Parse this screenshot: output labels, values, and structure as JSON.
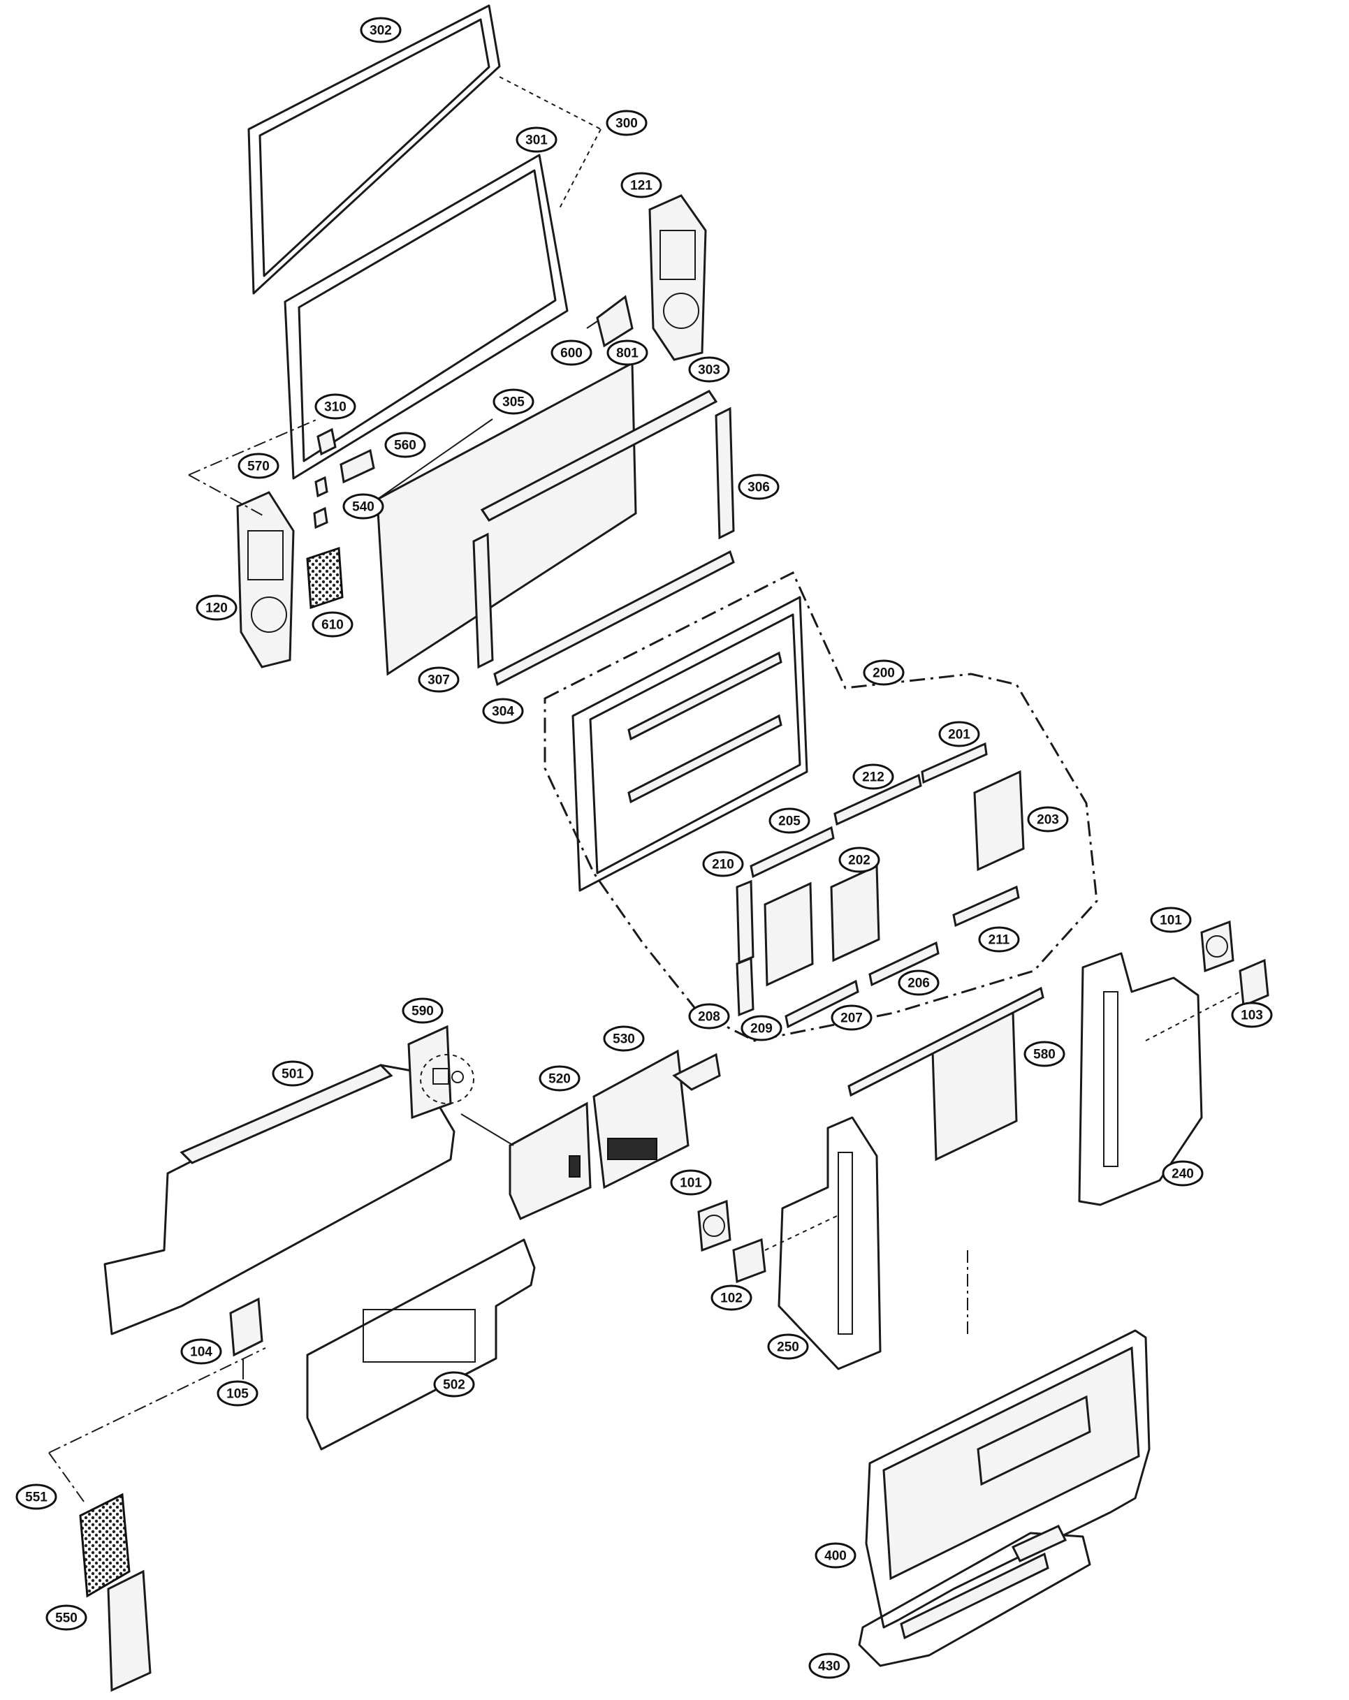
{
  "diagram": {
    "type": "exploded-parts-view",
    "callouts": [
      {
        "id": "c302",
        "label": "302"
      },
      {
        "id": "c300",
        "label": "300"
      },
      {
        "id": "c301",
        "label": "301"
      },
      {
        "id": "c121",
        "label": "121"
      },
      {
        "id": "c600",
        "label": "600"
      },
      {
        "id": "c801",
        "label": "801"
      },
      {
        "id": "c303",
        "label": "303"
      },
      {
        "id": "c310",
        "label": "310"
      },
      {
        "id": "c305",
        "label": "305"
      },
      {
        "id": "c560",
        "label": "560"
      },
      {
        "id": "c570",
        "label": "570"
      },
      {
        "id": "c306",
        "label": "306"
      },
      {
        "id": "c540",
        "label": "540"
      },
      {
        "id": "c120",
        "label": "120"
      },
      {
        "id": "c610",
        "label": "610"
      },
      {
        "id": "c307",
        "label": "307"
      },
      {
        "id": "c304",
        "label": "304"
      },
      {
        "id": "c200",
        "label": "200"
      },
      {
        "id": "c201",
        "label": "201"
      },
      {
        "id": "c212",
        "label": "212"
      },
      {
        "id": "c203",
        "label": "203"
      },
      {
        "id": "c205",
        "label": "205"
      },
      {
        "id": "c210",
        "label": "210"
      },
      {
        "id": "c202",
        "label": "202"
      },
      {
        "id": "c211",
        "label": "211"
      },
      {
        "id": "c101a",
        "label": "101"
      },
      {
        "id": "c103",
        "label": "103"
      },
      {
        "id": "c206",
        "label": "206"
      },
      {
        "id": "c208",
        "label": "208"
      },
      {
        "id": "c209",
        "label": "209"
      },
      {
        "id": "c207",
        "label": "207"
      },
      {
        "id": "c590",
        "label": "590"
      },
      {
        "id": "c530",
        "label": "530"
      },
      {
        "id": "c501",
        "label": "501"
      },
      {
        "id": "c520",
        "label": "520"
      },
      {
        "id": "c580",
        "label": "580"
      },
      {
        "id": "c240",
        "label": "240"
      },
      {
        "id": "c101b",
        "label": "101"
      },
      {
        "id": "c102",
        "label": "102"
      },
      {
        "id": "c250",
        "label": "250"
      },
      {
        "id": "c104",
        "label": "104"
      },
      {
        "id": "c105",
        "label": "105"
      },
      {
        "id": "c502",
        "label": "502"
      },
      {
        "id": "c551",
        "label": "551"
      },
      {
        "id": "c400",
        "label": "400"
      },
      {
        "id": "c550",
        "label": "550"
      },
      {
        "id": "c430",
        "label": "430"
      }
    ]
  }
}
